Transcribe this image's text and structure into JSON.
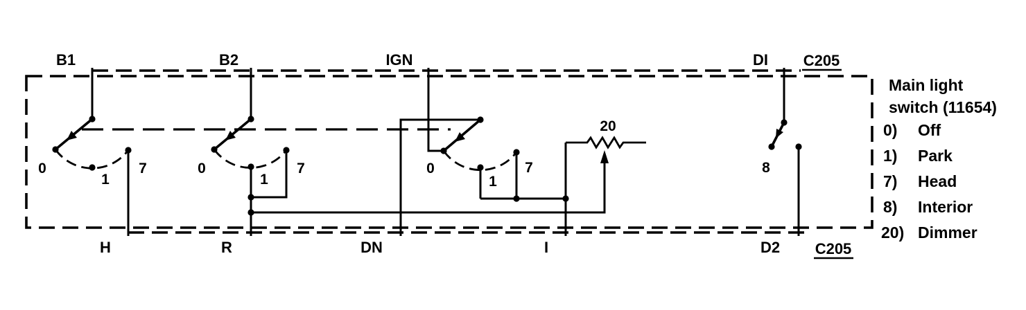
{
  "component": {
    "name_line1": "Main light",
    "name_line2": "switch (11654)",
    "positions": [
      {
        "key": "0)",
        "label": "Off"
      },
      {
        "key": "1)",
        "label": "Park"
      },
      {
        "key": "7)",
        "label": "Head"
      },
      {
        "key": "8)",
        "label": "Interior"
      },
      {
        "key": "20)",
        "label": "Dimmer"
      }
    ]
  },
  "connector": {
    "top": "C205",
    "bottom": "C205"
  },
  "pins": {
    "top": [
      {
        "label": "B1"
      },
      {
        "label": "B2"
      },
      {
        "label": "IGN"
      },
      {
        "label": "DI"
      }
    ],
    "bottom": [
      {
        "label": "H"
      },
      {
        "label": "R"
      },
      {
        "label": "DN"
      },
      {
        "label": "I"
      },
      {
        "label": "D2"
      }
    ]
  },
  "switches": {
    "b1": {
      "contacts": {
        "off": "0",
        "park": "1",
        "head": "7"
      }
    },
    "b2": {
      "contacts": {
        "off": "0",
        "park": "1",
        "head": "7"
      }
    },
    "ign": {
      "contacts": {
        "off": "0",
        "park": "1",
        "head": "7"
      }
    },
    "di": {
      "contacts": {
        "interior": "8"
      }
    }
  },
  "dimmer": {
    "label": "20"
  }
}
